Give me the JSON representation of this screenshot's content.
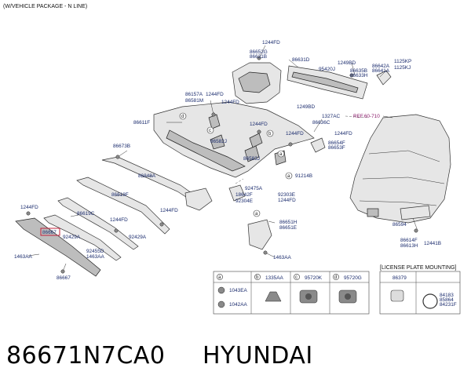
{
  "header": {
    "package_note": "(W/VEHICLE PACKAGE - N LINE)"
  },
  "footer": {
    "part_number": "86671N7CA0",
    "brand": "HYUNDAI"
  },
  "callouts": {
    "c1": "1244FD",
    "c2": "86652G",
    "c3": "86631B",
    "c4": "86631D",
    "c5": "1249BD",
    "c6": "86642A",
    "c7": "86641A",
    "c8": "1125KP",
    "c9": "1125KJ",
    "c10": "95420J",
    "c11": "86635B",
    "c12": "86633H",
    "c13": "86157A",
    "c14": "86581M",
    "c15": "1244FD",
    "c16": "1244FD",
    "c17": "1249BD",
    "c18": "1327AC",
    "c19": "86636C",
    "c20": "REF.60-710",
    "c21": "86611F",
    "c22": "1244FD",
    "c23": "1244FD",
    "c24": "86654F",
    "c25": "86653F",
    "c26": "1244FD",
    "c27": "86582J",
    "c28": "86583J",
    "c29": "86673B",
    "c30": "86848A",
    "c31": "91214B",
    "c32": "92475A",
    "c33": "18642F",
    "c34": "92304E",
    "c35": "92303E",
    "c36": "1244FD",
    "c37": "86618F",
    "c38": "1244FD",
    "c39": "86619C",
    "c40": "1244FD",
    "c41": "1244FD",
    "c42": "86651H",
    "c43": "86651E",
    "c44": "86594",
    "c45": "86614F",
    "c46": "86613H",
    "c47": "12441B",
    "c48": "86667",
    "c49": "92429A",
    "c50": "92429A",
    "c51": "92455D",
    "c52": "1463AA",
    "c53": "1463AA",
    "c54": "86667"
  },
  "circle_markers": [
    "d",
    "c",
    "b",
    "a",
    "a",
    "a"
  ],
  "legend": {
    "cells": [
      {
        "letter": "a",
        "codes": [
          "1043EA",
          "1042AA"
        ]
      },
      {
        "letter": "b",
        "codes": [
          "1335AA"
        ]
      },
      {
        "letter": "c",
        "codes": [
          "95720K"
        ]
      },
      {
        "letter": "d",
        "codes": [
          "95720G"
        ]
      }
    ],
    "plate": {
      "title": "[LICENSE PLATE MOUNTING]",
      "code1": "86379",
      "code2": "84183",
      "code3": "85864",
      "code4": "84231F"
    }
  },
  "colors": {
    "label": "#1a2b6d",
    "highlight": "#c0203a",
    "reference": "#8a1a6a"
  }
}
